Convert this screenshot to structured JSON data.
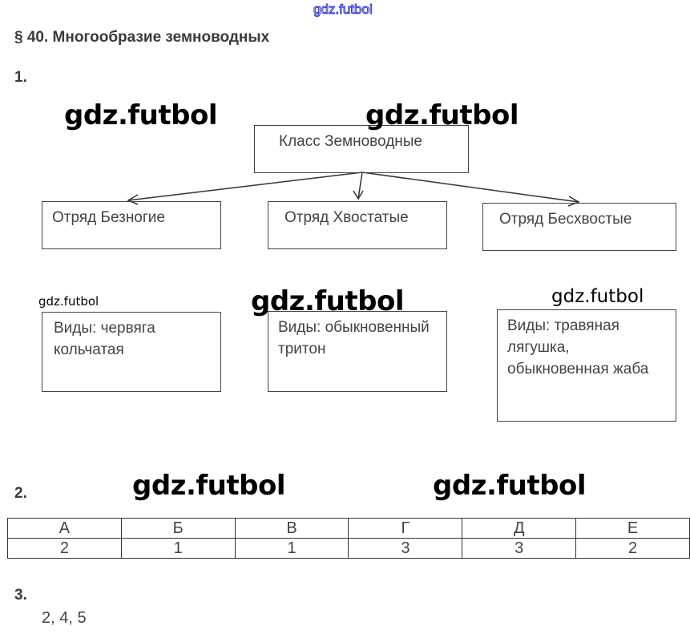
{
  "watermark_top": "gdz.futbol",
  "title": "§ 40. Многообразие земноводных",
  "task1": {
    "number": "1.",
    "root": "Класс Земноводные",
    "orders": [
      "Отряд Безногие",
      "Отряд Хвостатые",
      "Отряд Бесхвостые"
    ],
    "species": [
      "Виды: червяга кольчатая",
      "Виды: обыкновенный тритон",
      "Виды: травяная лягушка, обыкновенная жаба"
    ]
  },
  "task2": {
    "number": "2.",
    "headers": [
      "А",
      "Б",
      "В",
      "Г",
      "Д",
      "Е"
    ],
    "values": [
      "2",
      "1",
      "1",
      "3",
      "3",
      "2"
    ]
  },
  "task3": {
    "number": "3.",
    "answer": "2, 4, 5"
  },
  "watermarks": [
    "gdz.futbol",
    "gdz.futbol",
    "gdz.futbol",
    "gdz.futbol",
    "gdz.futbol",
    "gdz.futbol",
    "gdz.futbol"
  ]
}
